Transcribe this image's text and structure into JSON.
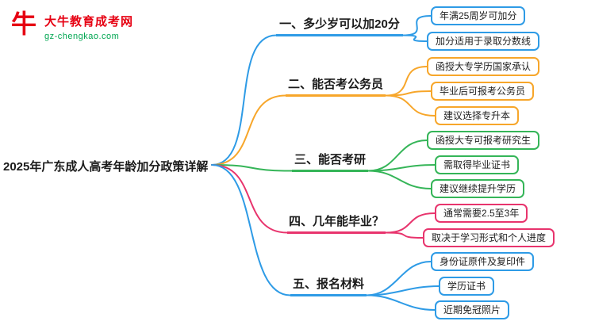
{
  "logo": {
    "mark": "牛",
    "title": "大牛教育成考网",
    "subtitle": "gz-chengkao.com"
  },
  "root": {
    "label": "2025年广东成人高考年龄加分政策详解"
  },
  "branches": [
    {
      "label": "一、多少岁可以加20分",
      "color": "#2e9be6",
      "children": [
        "年满25周岁可加分",
        "加分适用于录取分数线"
      ]
    },
    {
      "label": "二、能否考公务员",
      "color": "#f7a62a",
      "children": [
        "函授大专学历国家承认",
        "毕业后可报考公务员",
        "建议选择专升本"
      ]
    },
    {
      "label": "三、能否考研",
      "color": "#35b558",
      "children": [
        "函授大专可报考研究生",
        "需取得毕业证书",
        "建议继续提升学历"
      ]
    },
    {
      "label": "四、几年能毕业？",
      "color": "#e8346d",
      "children": [
        "通常需要2.5至3年",
        "取决于学习形式和个人进度"
      ]
    },
    {
      "label": "五、报名材料",
      "color": "#2e9be6",
      "children": [
        "身份证原件及复印件",
        "学历证书",
        "近期免冠照片"
      ]
    }
  ]
}
